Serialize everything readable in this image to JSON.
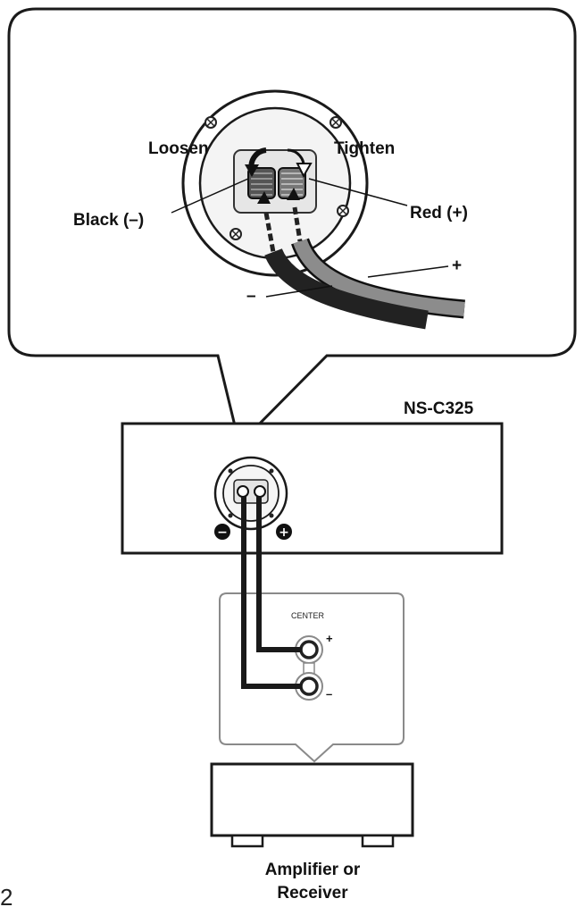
{
  "callout": {
    "loosen": "Loosen",
    "tighten": "Tighten",
    "black_terminal": "Black (–)",
    "red_terminal": "Red (+)",
    "plus": "+",
    "minus": "–"
  },
  "speaker": {
    "model": "NS-C325",
    "minus_symbol": "−",
    "plus_symbol": "+"
  },
  "amp_panel": {
    "title": "CENTER",
    "plus": "+",
    "minus": "–"
  },
  "amplifier": {
    "label_line1": "Amplifier or",
    "label_line2": "Receiver"
  },
  "page_number": "2",
  "colors": {
    "line": "#1a1a1a",
    "panel_border": "#8a8a8a",
    "red_cable": "#8c8c8c",
    "black_cable": "#222222"
  }
}
